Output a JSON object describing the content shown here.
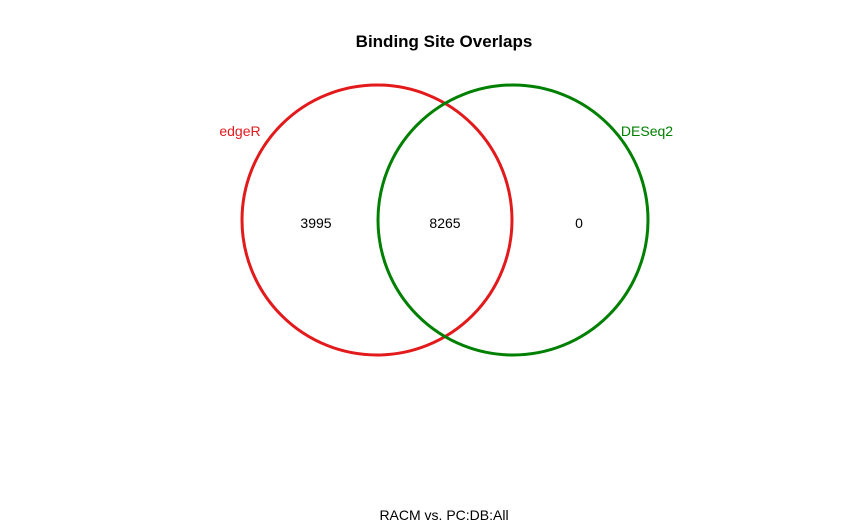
{
  "diagram": {
    "title": "Binding Site Overlaps",
    "subtitle": "RACM vs. PC:DB:All",
    "sets": [
      {
        "label": "edgeR",
        "color": "#e31a1c"
      },
      {
        "label": "DESeq2",
        "color": "#008000"
      }
    ],
    "counts": {
      "only_edgeR": "3995",
      "both": "8265",
      "only_DESeq2": "0"
    }
  }
}
